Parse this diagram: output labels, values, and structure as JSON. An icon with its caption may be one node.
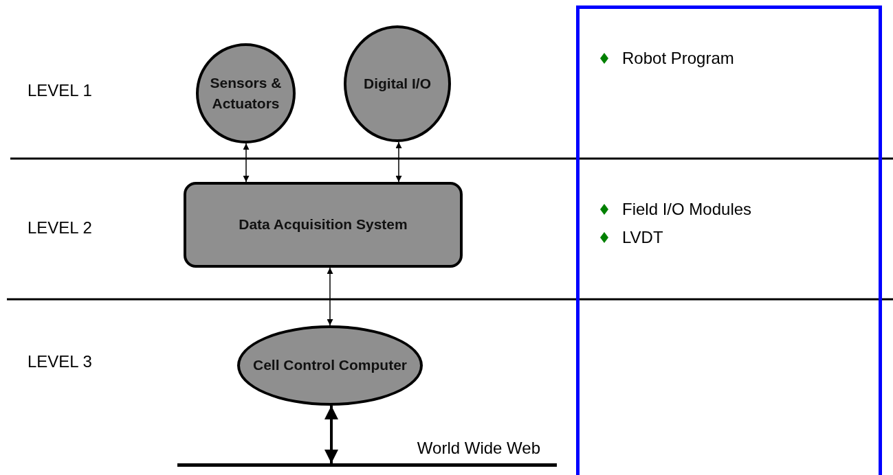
{
  "diagram": {
    "nodes": [
      {
        "text": [
          "Sensors & Actuators"
        ]
      },
      {
        "text": [
          "Digital I/O"
        ]
      },
      {
        "text": [
          "Data Acquisition System"
        ]
      },
      {
        "text": [
          "Cell Control Computer"
        ]
      },
      {
        "text": [
          "World Wide Web"
        ]
      },
      {
        "text": [
          "Robot Program",
          "Field I/O Modules",
          "LVDT"
        ]
      }
    ],
    "edges": [
      {
        "from": 0,
        "to": 2,
        "arrow": "both"
      },
      {
        "from": 1,
        "to": 2,
        "arrow": "both"
      },
      {
        "from": 2,
        "to": 3,
        "arrow": "both"
      },
      {
        "from": 3,
        "to": 4,
        "arrow": "both",
        "style": "thick"
      }
    ],
    "labels": [
      "LEVEL 1",
      "LEVEL 2",
      "LEVEL 3"
    ]
  }
}
